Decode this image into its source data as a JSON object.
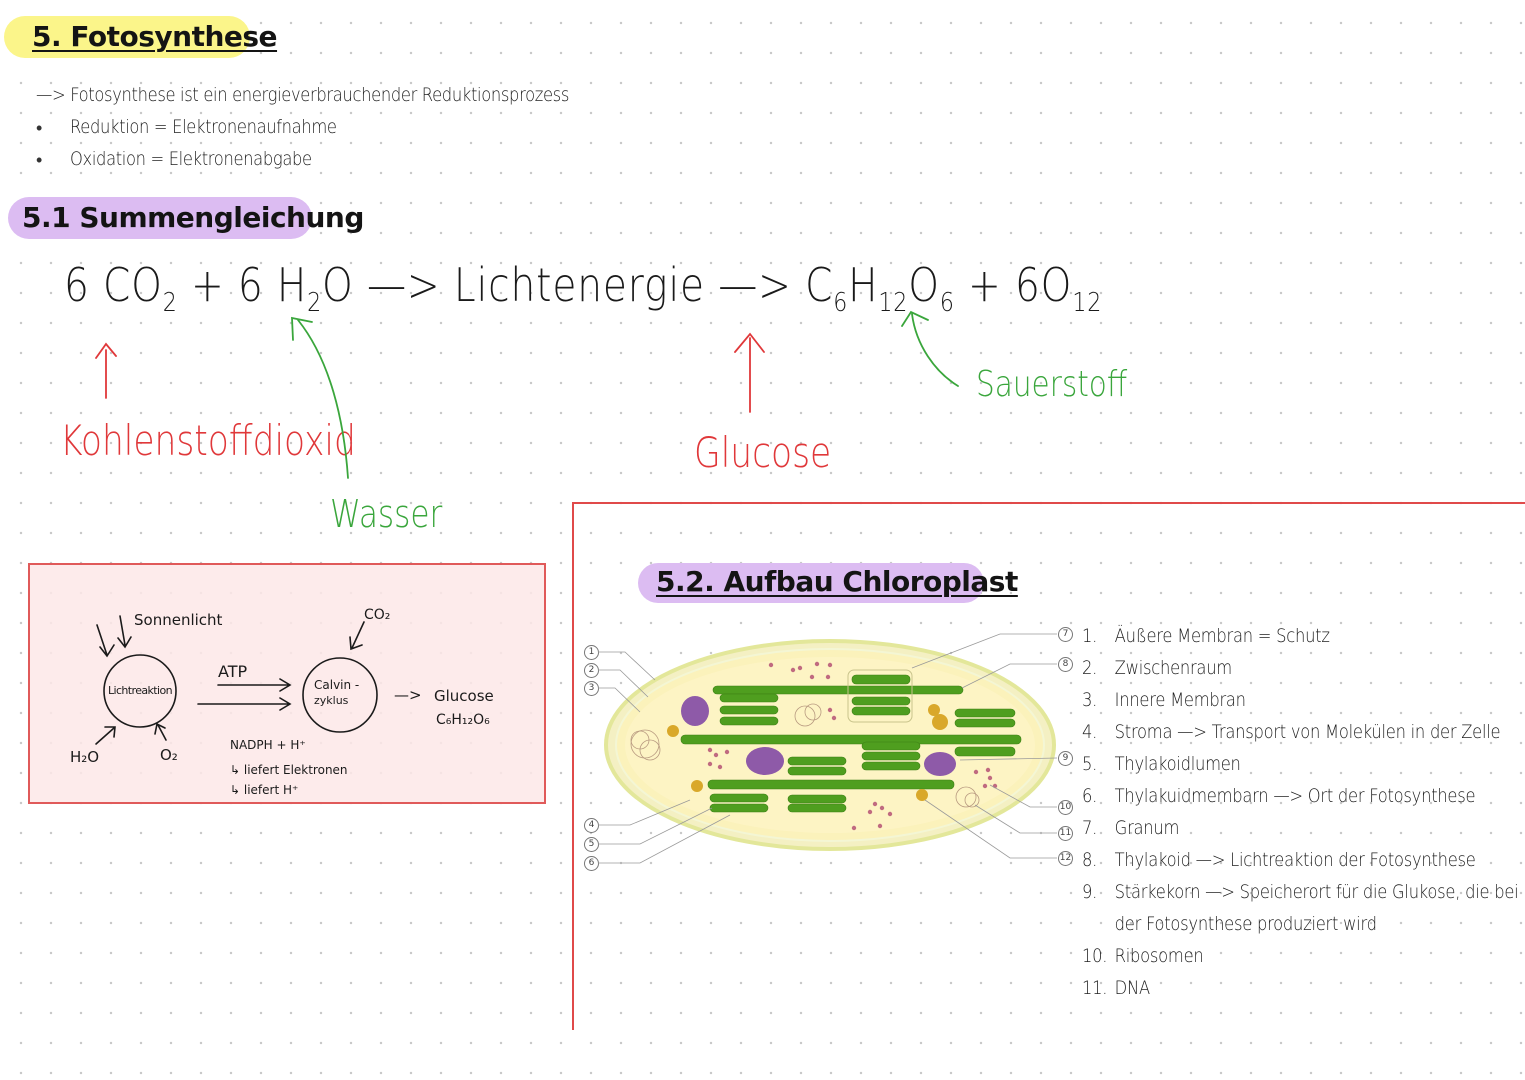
{
  "heading": {
    "main_title": "5. Fotosynthese",
    "intro_line": "—> Fotosynthese ist ein energieverbrauchender Reduktionsprozess",
    "bullets": [
      "Reduktion = Elektronenaufnahme",
      "Oxidation = Elektronenabgabe"
    ],
    "bullet_symbol": "•"
  },
  "section_51": {
    "title": "5.1 Summengleichung",
    "equation": {
      "reactant_1": {
        "coef": "6 ",
        "formula": "CO",
        "sub": "2"
      },
      "plus_1": "+",
      "reactant_2": {
        "coef": "6 ",
        "formula": "H",
        "sub": "2",
        "tail": "O"
      },
      "arrow_1": "—>",
      "middle": "Lichtenergie",
      "arrow_2": "—>",
      "product_1": {
        "c": "C",
        "c_sub": "6",
        "h": "H",
        "h_sub": "12",
        "o": "O",
        "o_sub": "6"
      },
      "plus_2": "+",
      "product_2": {
        "text": "6O",
        "sub": "12"
      }
    },
    "labels": {
      "co2": "Kohlenstoffdioxid",
      "water": "Wasser",
      "glucose": "Glucose",
      "oxygen": "Sauerstoff"
    },
    "colors": {
      "red": "#e0383a",
      "green": "#3aa63c"
    }
  },
  "process_box": {
    "sunlight": "Sonnenlicht",
    "light_reaction": "Lichtreaktion",
    "co2": "CO₂",
    "atp": "ATP",
    "calvin_line1": "Calvin -",
    "calvin_line2": "zyklus",
    "arrow": "—>",
    "glucose": "Glucose",
    "glucose_formula": "C₆H₁₂O₆",
    "h2o": "H₂O",
    "o2": "O₂",
    "nadph": "NADPH + H⁺",
    "nadph_note_1": "↳ liefert Elektronen",
    "nadph_note_2": "↳ liefert H⁺",
    "box_color": "#e05a5a"
  },
  "section_52": {
    "title": "5.2. Aufbau Chloroplast",
    "callouts_left": [
      "1",
      "2",
      "3",
      "4",
      "5",
      "6"
    ],
    "callouts_right": [
      "7",
      "8",
      "9",
      "10",
      "11",
      "12"
    ],
    "legend": [
      {
        "num": "1.",
        "text": "Äußere Membran = Schutz"
      },
      {
        "num": "2.",
        "text": "Zwischenraum"
      },
      {
        "num": "3.",
        "text": "Innere Membran"
      },
      {
        "num": "4.",
        "text": "Stroma —> Transport von Molekülen in der Zelle"
      },
      {
        "num": "5.",
        "text": "Thylakoidlumen"
      },
      {
        "num": "6.",
        "text": "Thylakuidmembarn —> Ort der Fotosynthese"
      },
      {
        "num": "7.",
        "text": "Granum"
      },
      {
        "num": "8.",
        "text": "Thylakoid —> Lichtreaktion der Fotosynthese"
      },
      {
        "num": "9.",
        "text": "Stärkekorn —> Speicherort für die Glukose, die bei"
      },
      {
        "num": "",
        "text": "der Fotosynthese produziert wird"
      },
      {
        "num": "10.",
        "text": "Ribosomen"
      },
      {
        "num": "11.",
        "text": "DNA"
      }
    ],
    "colors": {
      "thylakoid": "#4f9e1f",
      "stroma": "#fbf3bf",
      "membrane": "#eceb9a",
      "starch": "#8e5aa8",
      "lipid": "#d9a82a",
      "ribosome": "#c06a80"
    }
  },
  "highlight_colors": {
    "yellow": "#fbf58a",
    "purple": "#dcbcf2"
  }
}
